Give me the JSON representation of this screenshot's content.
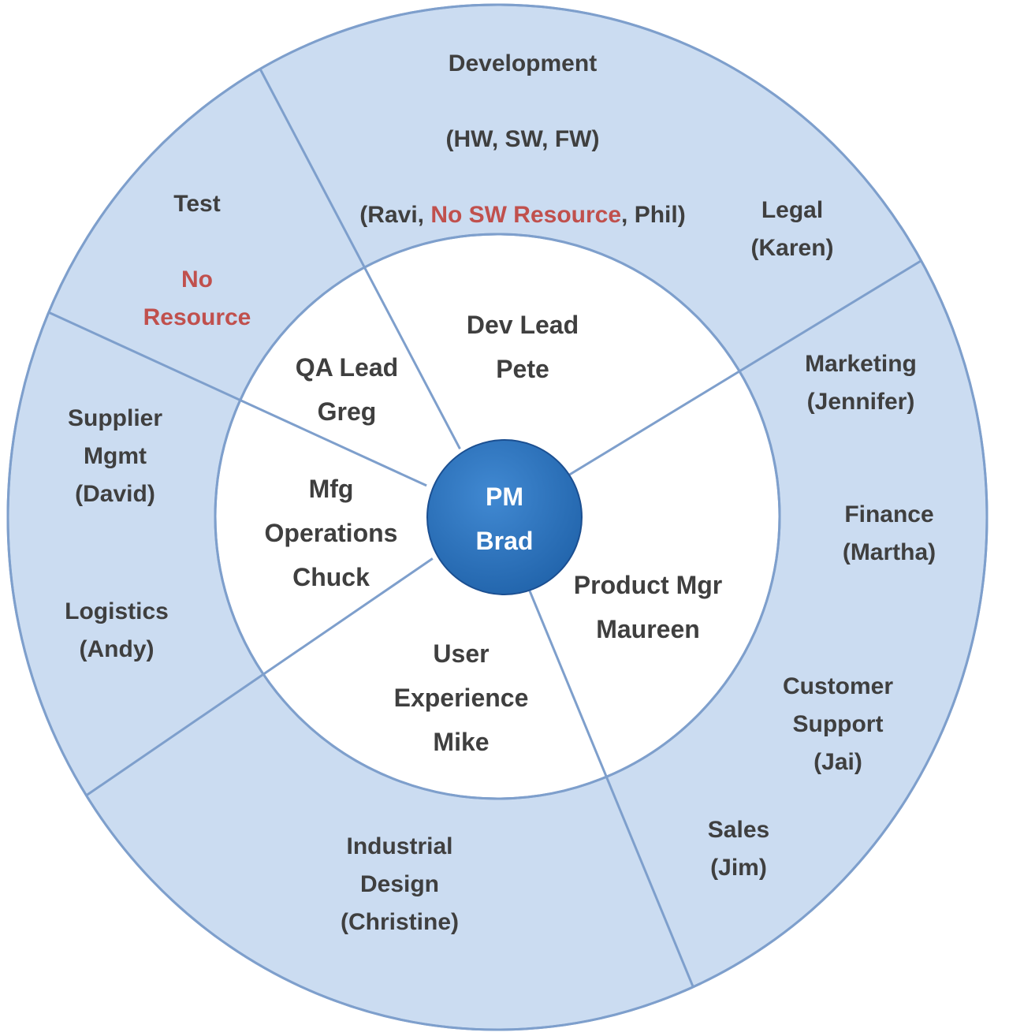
{
  "colors": {
    "outer_ring_fill": "#cbdcf1",
    "ring_stroke": "#7e9fcc",
    "inner_fill": "#ffffff",
    "center_light": "#4189d2",
    "center_dark": "#1d5fa6",
    "center_rim": "#1b4f91",
    "text": "#3f3f3f",
    "alert": "#c0504d",
    "center_text": "#ffffff"
  },
  "center": {
    "label": "PM\nBrad"
  },
  "inner": {
    "dev_lead": "Dev Lead\nPete",
    "qa_lead": "QA Lead\nGreg",
    "mfg": "Mfg\nOperations\nChuck",
    "ux": "User\nExperience\nMike",
    "product_mgr": "Product Mgr\nMaureen"
  },
  "outer": {
    "development": {
      "line1": "Development",
      "line2": "(HW, SW, FW)",
      "line3_pre": "(Ravi, ",
      "line3_red": "No SW Resource",
      "line3_post": ", Phil)"
    },
    "legal": "Legal\n(Karen)",
    "test": {
      "title": "Test",
      "no_resource": "No\nResource"
    },
    "marketing": "Marketing\n(Jennifer)",
    "supplier": "Supplier\nMgmt\n(David)",
    "finance": "Finance\n(Martha)",
    "logistics": "Logistics\n(Andy)",
    "customer_support": "Customer\nSupport\n(Jai)",
    "sales": "Sales\n(Jim)",
    "industrial_design": "Industrial\nDesign\n(Christine)"
  }
}
